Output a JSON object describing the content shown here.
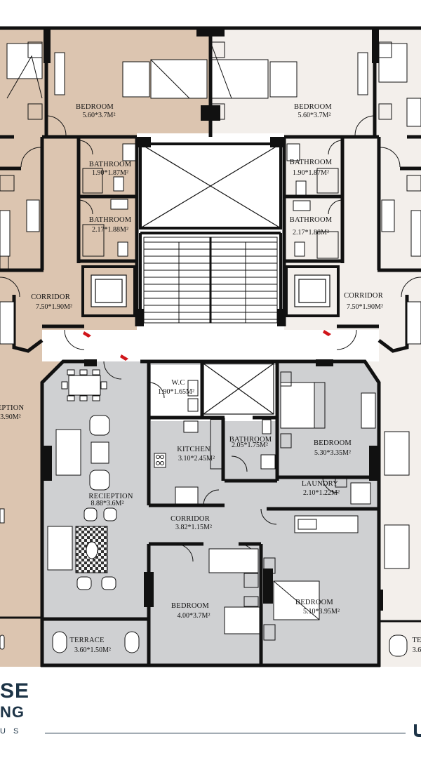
{
  "colors": {
    "left_unit": "#dcc5b0",
    "right_unit": "#f3efeb",
    "front_unit": "#cfd0d2",
    "core": "#ffffff",
    "wall": "#111111",
    "brand": "#1d3447",
    "door_marker": "#d0151a"
  },
  "rooms": {
    "bedroom_tl": {
      "label": "BEDROOM",
      "area": "5.60*3.7M²"
    },
    "bedroom_tr": {
      "label": "BEDROOM",
      "area": "5.60*3.7M²"
    },
    "bath_l1": {
      "label": "BATHROOM",
      "area": "1.90*1.87M²"
    },
    "bath_l2": {
      "label": "BATHROOM",
      "area": "2.17*1.88M²"
    },
    "bath_r1": {
      "label": "BATHROOM",
      "area": "1.90*1.87M²"
    },
    "bath_r2": {
      "label": "BATHROOM",
      "area": "2.17*1.88M²"
    },
    "corridor_l": {
      "label": "CORRIDOR",
      "area": "7.50*1.90M²"
    },
    "corridor_r": {
      "label": "CORRIDOR",
      "area": "7.50*1.90M²"
    },
    "reception_left_partial": {
      "label": "EPTION",
      "area": "3.90M²"
    },
    "wc": {
      "label": "W.C",
      "area": "1.90*1.65M²"
    },
    "kitchen": {
      "label": "KITCHEN",
      "area": "3.10*2.45M²"
    },
    "bath_front": {
      "label": "BATHROOM",
      "area": "2.05*1.75M²"
    },
    "bedroom_front_r": {
      "label": "BEDROOM",
      "area": "5.30*3.35M²"
    },
    "laundry": {
      "label": "LAUNDRY",
      "area": "2.10*1.22M²"
    },
    "reception": {
      "label": "RECIEPTION",
      "area": "8.88*3.6M²"
    },
    "corridor_front": {
      "label": "CORRIDOR",
      "area": "3.82*1.15M²"
    },
    "bedroom_bl": {
      "label": "BEDROOM",
      "area": "4.00*3.7M²"
    },
    "bedroom_br": {
      "label": "BEDROOM",
      "area": "5.10*3.95M²"
    },
    "terrace": {
      "label": "TERRACE",
      "area": "3.60*1.50M²"
    },
    "terrace_right_partial": {
      "label": "TE",
      "area": "3.6"
    }
  },
  "brand": {
    "line1": "SE",
    "line2": "NG",
    "line3": "U S"
  },
  "icons": [
    "elevator-icon",
    "stairs-icon",
    "door-marker-icon",
    "bed-icon",
    "sofa-icon",
    "dining-table-icon",
    "toilet-icon",
    "sink-icon",
    "shower-icon",
    "stove-icon",
    "washing-machine-icon",
    "brand-mark-icon"
  ]
}
